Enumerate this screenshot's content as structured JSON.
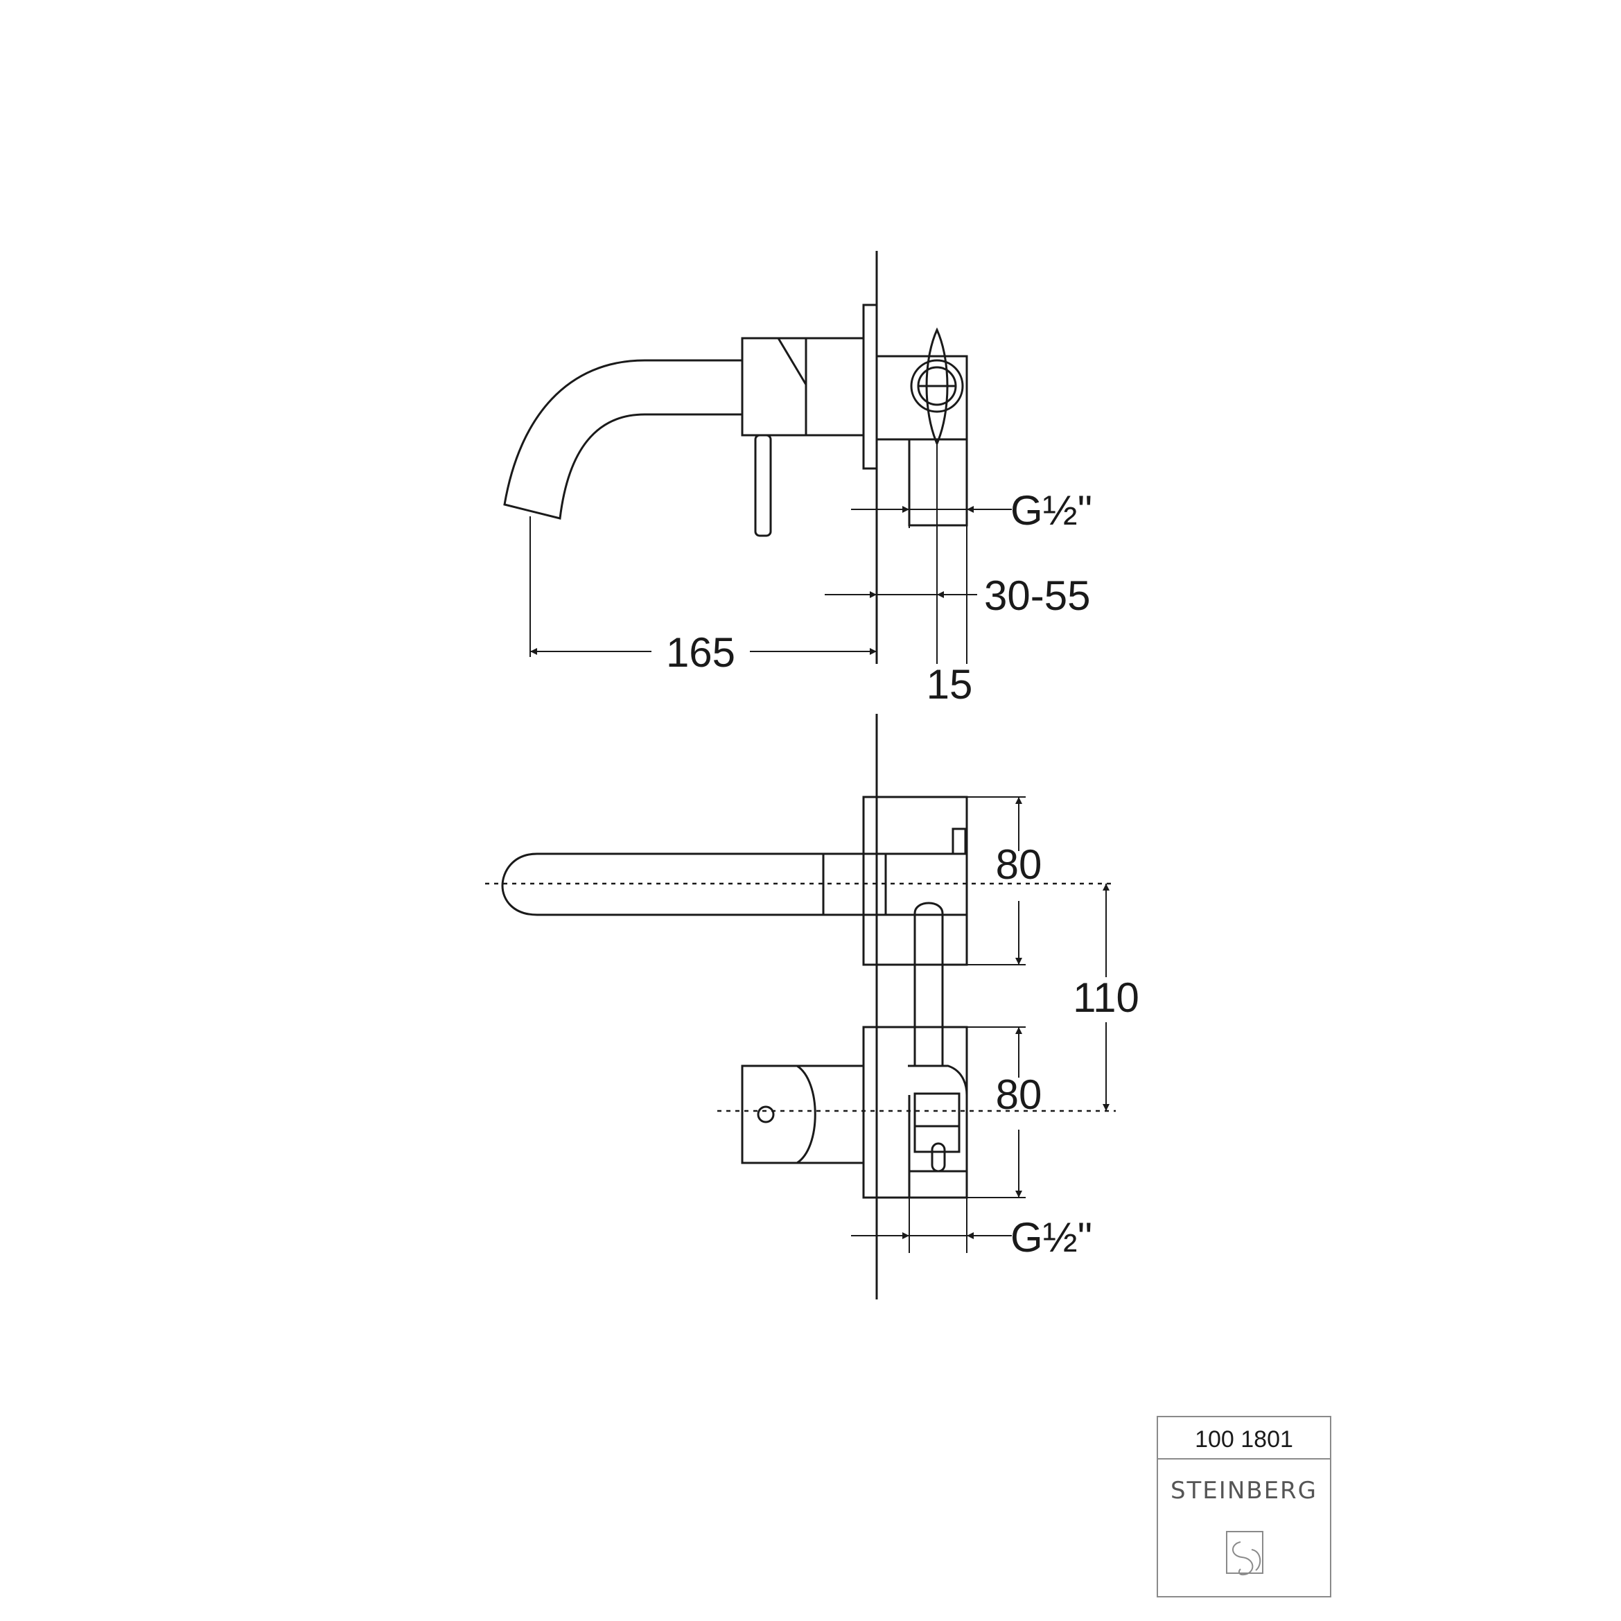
{
  "dimensions": {
    "side_view": {
      "thread_top": "G½\"",
      "wall_depth": "30-55",
      "spout_projection": "165",
      "plate_depth": "15"
    },
    "front_view": {
      "upper_plate_height": "80",
      "centre_distance": "110",
      "lower_plate_height": "80",
      "thread_bottom": "G½\""
    }
  },
  "title_block": {
    "article_number": "100 1801",
    "brand": "STEINBERG"
  }
}
